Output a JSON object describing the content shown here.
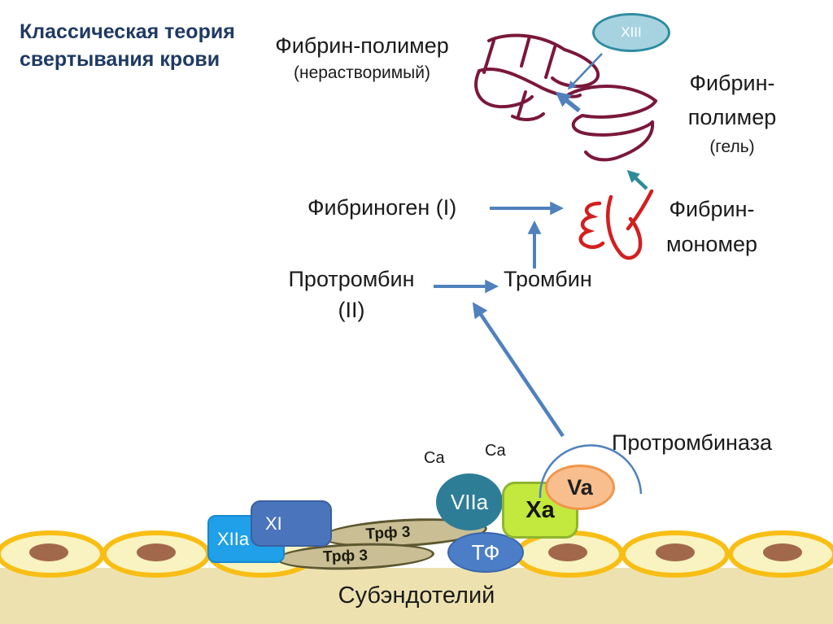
{
  "title": {
    "line1": "Классическая теория",
    "line2": "свертывания крови"
  },
  "diagram": {
    "fibrin_polymer_insoluble": {
      "name": "Фибрин-полимер",
      "note": "(нерастворимый)"
    },
    "factor_xiii": "XIII",
    "fibrin_polymer_gel": {
      "line1": "Фибрин-",
      "line2": "полимер",
      "note": "(гель)"
    },
    "fibrinogen": "Фибриноген (I)",
    "fibrin_monomer": {
      "line1": "Фибрин-",
      "line2": "мономер"
    },
    "prothrombin": {
      "name": "Протромбин",
      "numeral": "(II)"
    },
    "thrombin": "Тромбин",
    "prothrombinase": "Протромбиназа",
    "calcium_left": "Ca",
    "calcium_right": "Ca",
    "factors": {
      "viia": "VIIa",
      "xa": "Xa",
      "va": "Va",
      "tissue_factor": "ТФ",
      "xiia": "XIIa",
      "xi": "XI",
      "platelet_factor_upper": "Трф 3",
      "platelet_factor_lower": "Трф 3"
    },
    "subendothelium": "Субэндотелий"
  },
  "colors": {
    "title_navy": "#1F3A63",
    "arrow_blue": "#4F81BD",
    "arrow_teal": "#2E8B9B",
    "sketch_maroon": "#7A1838",
    "sketch_red": "#D31F1F",
    "xiii_fill": "#A7D3E0",
    "xiii_border": "#2F8CA0",
    "viia_fill": "#2E7D97",
    "tf_fill": "#4B7EC6",
    "tf_border": "#3A66AC",
    "xa_fill": "#C3E83E",
    "xa_border": "#8FB52F",
    "va_fill": "#F8BE8E",
    "va_border": "#F2954A",
    "xiia_fill": "#1FA0E8",
    "xiia_border": "#1789D1",
    "xi_fill": "#4A74BC",
    "xi_border": "#3A60A0",
    "trf_fill": "#C9BE94",
    "trf_border": "#5C5730",
    "cell_border": "#F9BE15",
    "cell_fill": "#F8F3C0",
    "cell_nucleus": "#A2684C",
    "band_fill": "#EDE2AF"
  }
}
